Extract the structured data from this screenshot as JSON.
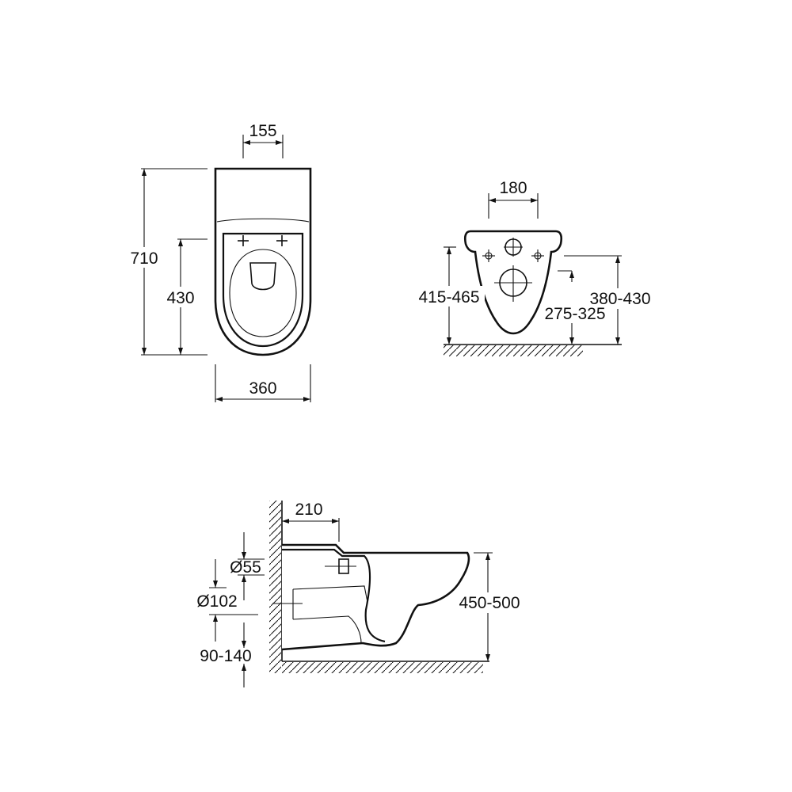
{
  "top_view": {
    "dim_top_width": "155",
    "dim_total_length": "710",
    "dim_fixing_length": "430",
    "dim_bottom_width": "360"
  },
  "front_view": {
    "dim_hole_spacing": "180",
    "dim_height_left": "415-465",
    "dim_height_right": "380-430",
    "dim_height_inner": "275-325"
  },
  "side_view": {
    "dim_depth": "210",
    "dim_inlet_diameter": "Ø55",
    "dim_outlet_diameter": "Ø102",
    "dim_outlet_height": "90-140",
    "dim_rim_height": "450-500"
  }
}
